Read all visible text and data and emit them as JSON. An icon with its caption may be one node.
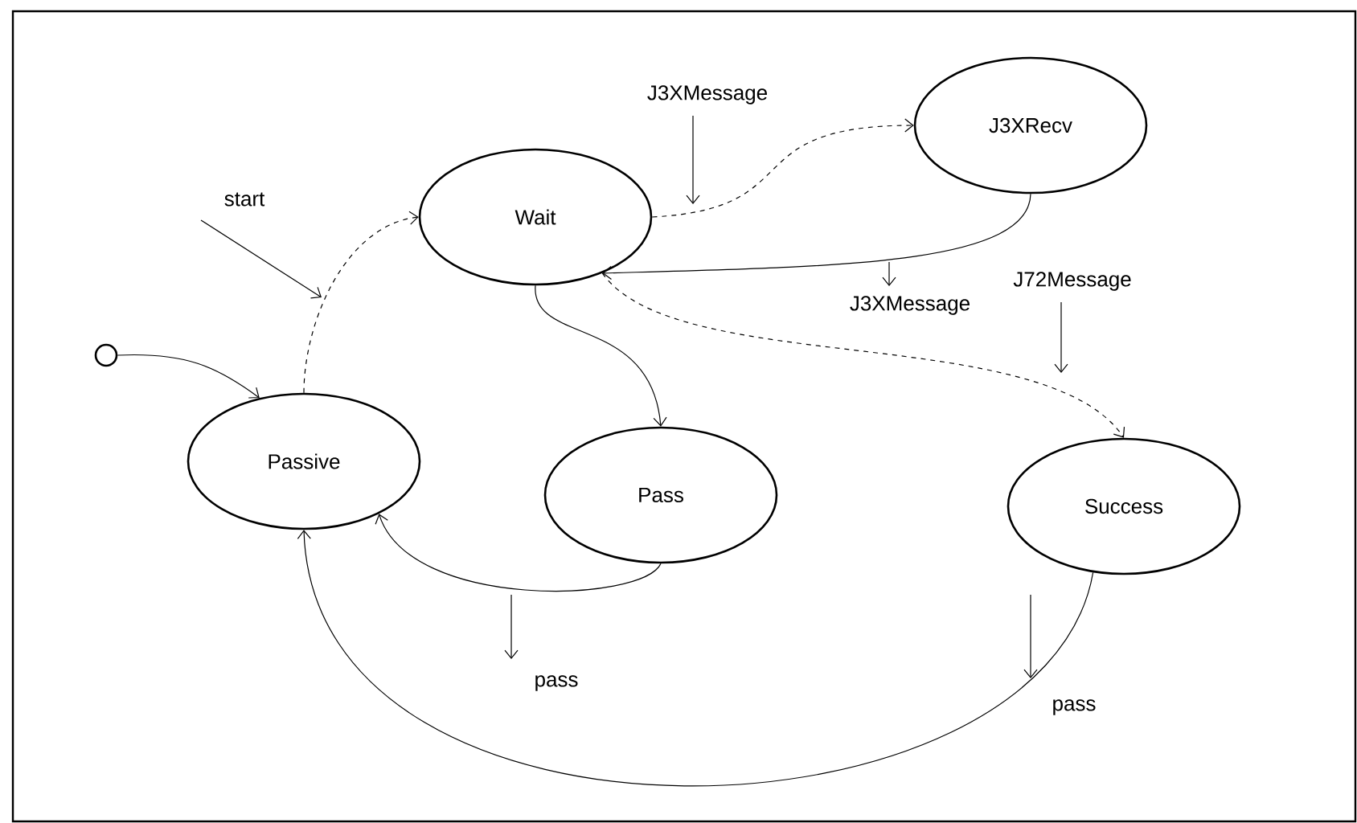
{
  "diagram": {
    "nodes": [
      {
        "text": [
          "Passive"
        ]
      },
      {
        "text": [
          "Wait"
        ]
      },
      {
        "text": [
          "J3XRecv"
        ]
      },
      {
        "text": [
          "Pass"
        ]
      },
      {
        "text": [
          "Success"
        ]
      },
      {
        "text": [],
        "shape": "circle"
      }
    ],
    "edges": [
      {
        "from": 5,
        "to": 0,
        "arrow": "to"
      },
      {
        "from": 0,
        "to": 1,
        "arrow": "to",
        "style": "dashed",
        "label": "start"
      },
      {
        "from": 1,
        "to": 2,
        "arrow": "to",
        "style": "dashed",
        "label": "J3XMessage"
      },
      {
        "from": 2,
        "to": 1,
        "arrow": "to",
        "label": "J3XMessage"
      },
      {
        "from": 1,
        "to": 4,
        "arrow": "to",
        "style": "dashed",
        "label": "J72Message"
      },
      {
        "from": 1,
        "to": 3,
        "arrow": "to"
      },
      {
        "from": 3,
        "to": 0,
        "arrow": "to",
        "label": "pass"
      },
      {
        "from": 4,
        "to": 0,
        "arrow": "to",
        "label": "pass"
      }
    ]
  }
}
